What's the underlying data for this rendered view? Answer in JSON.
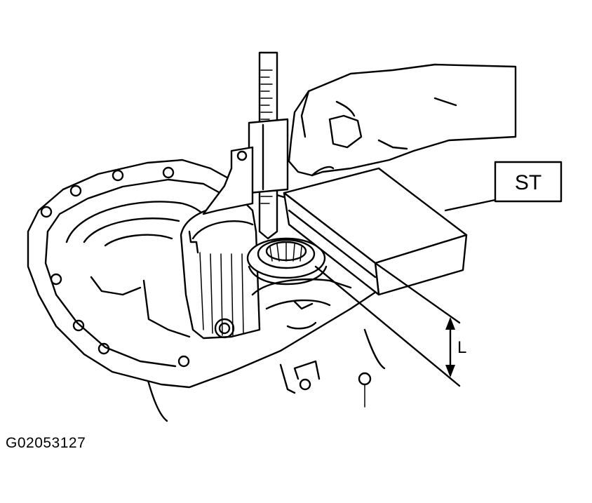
{
  "figure": {
    "callout_label": "ST",
    "dimension_label": "L",
    "figure_code": "G02053127"
  }
}
